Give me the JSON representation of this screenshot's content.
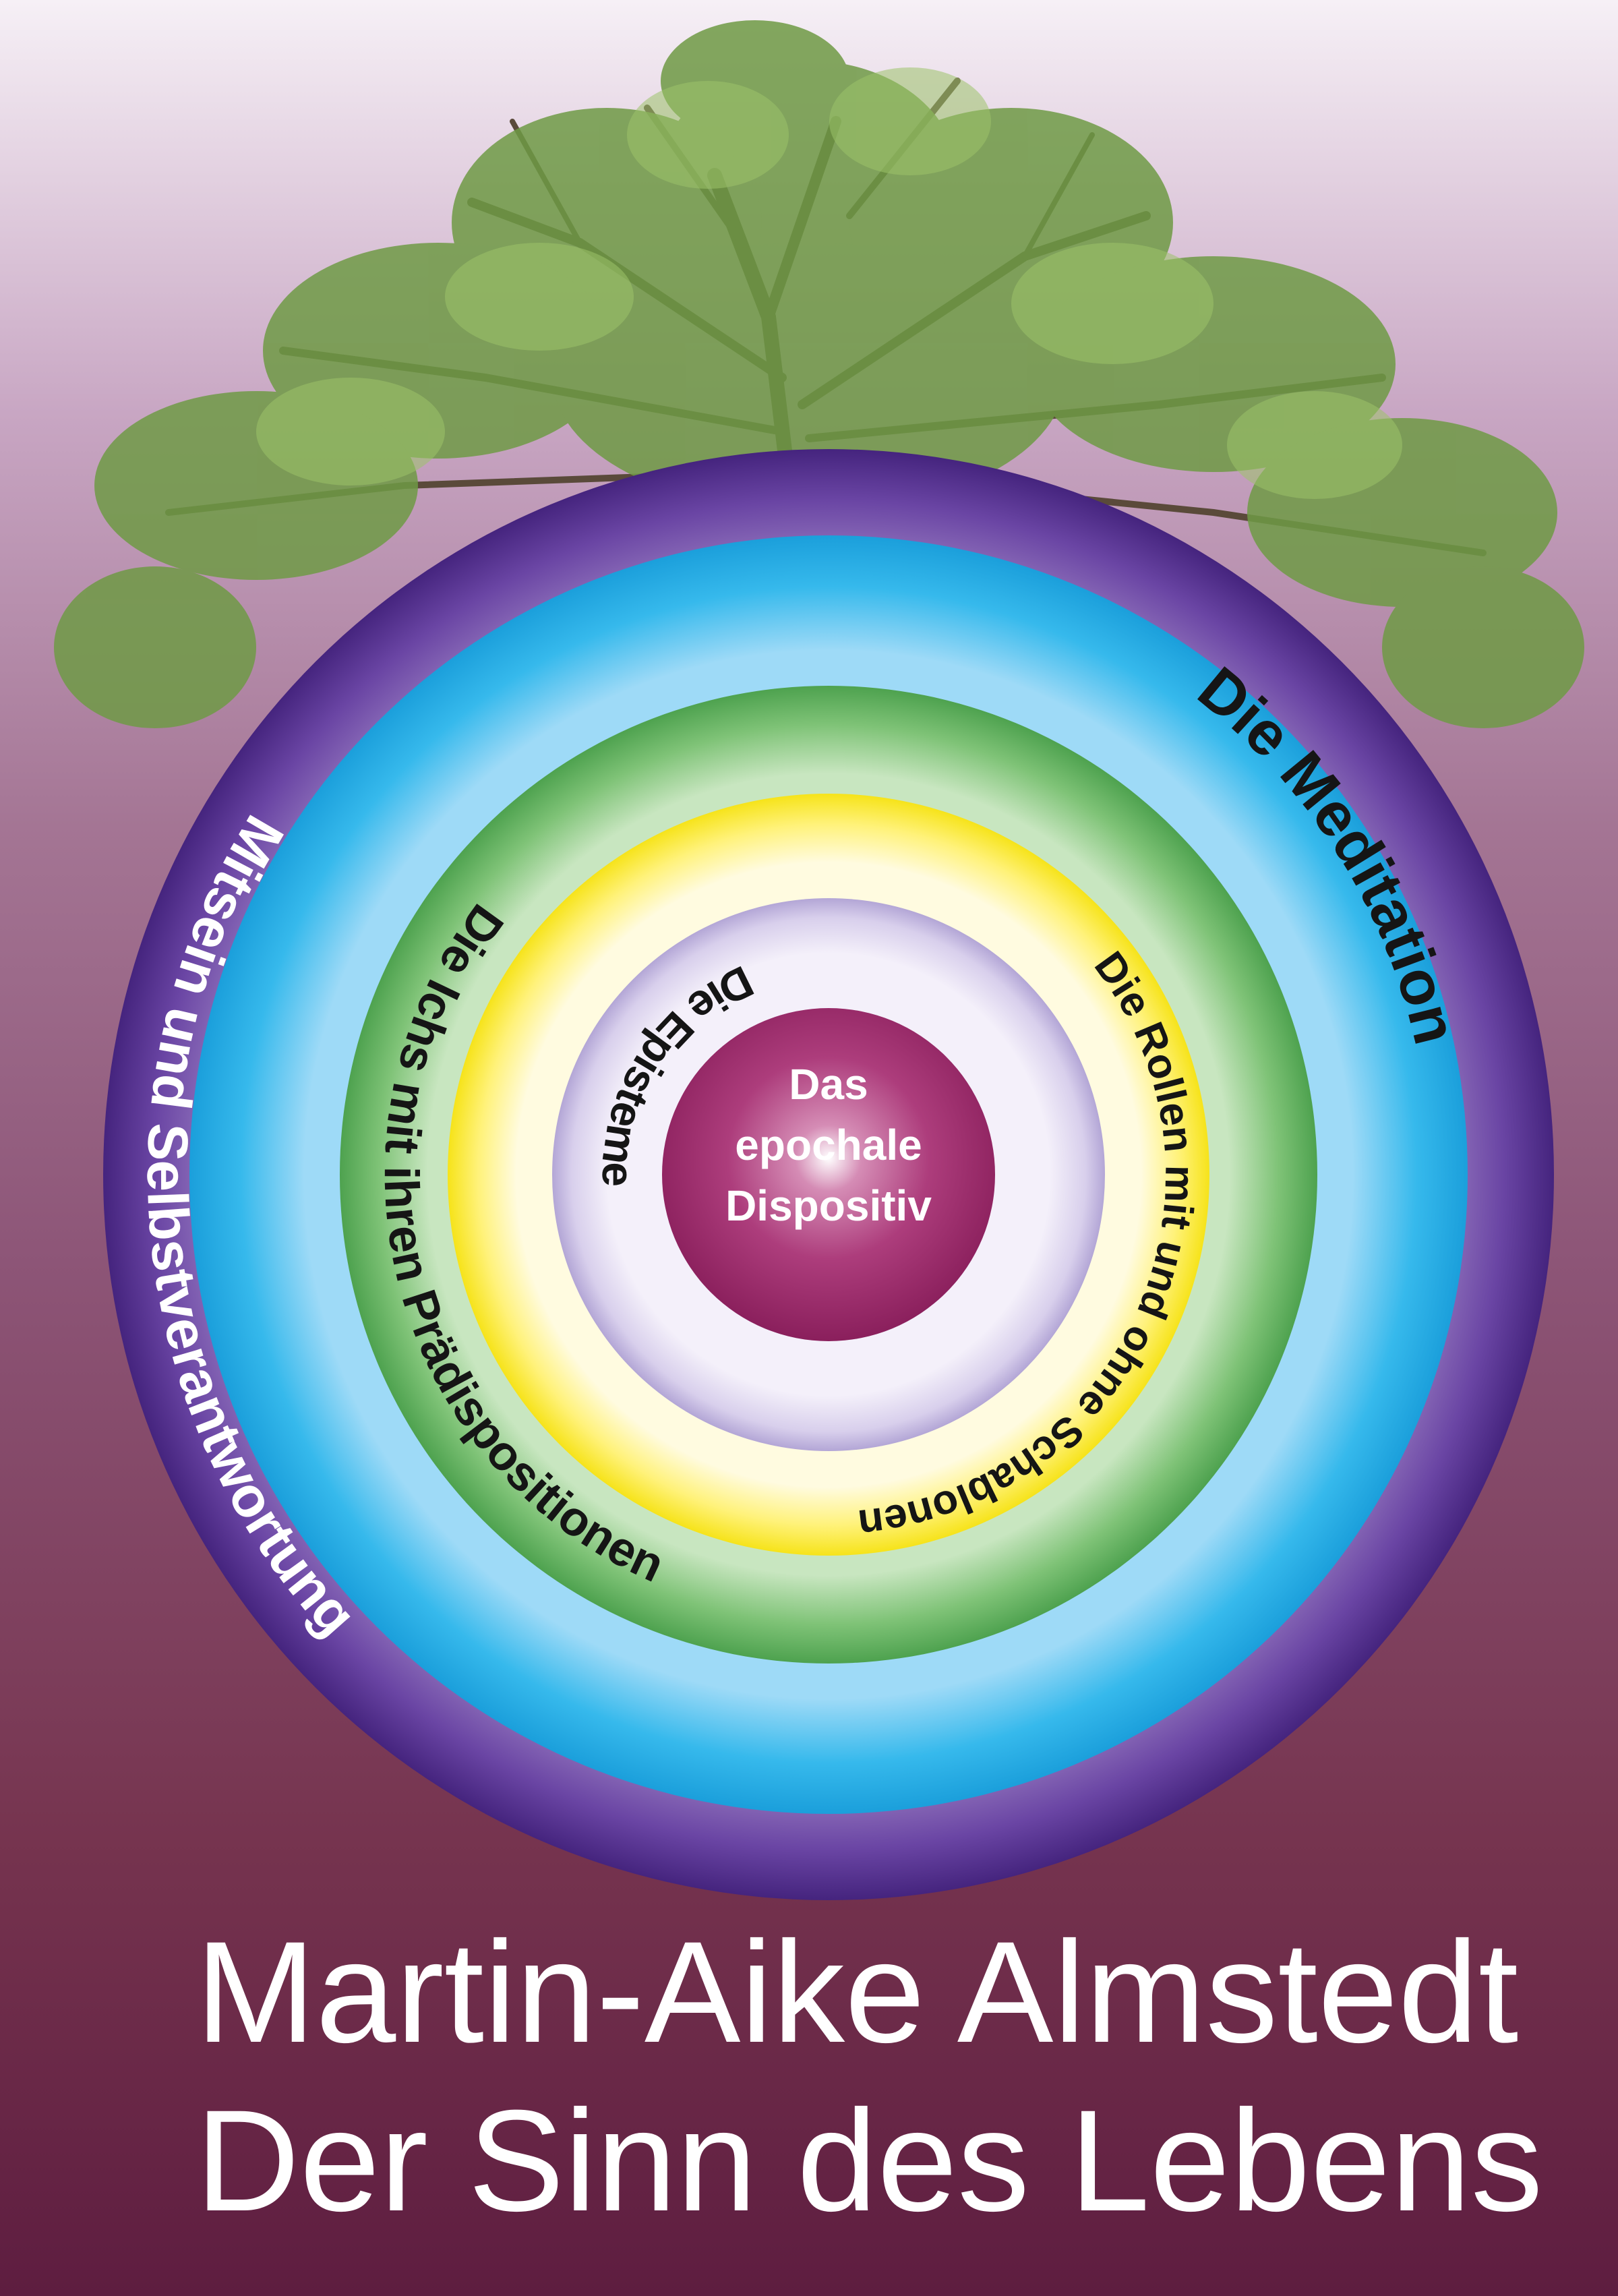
{
  "diagram": {
    "rings": [
      {
        "label": "Mitsein und Selbstverantwortung",
        "color": "#5b3796"
      },
      {
        "label": "Die Meditation",
        "color": "#1fb2ea"
      },
      {
        "label": "Die Ichs mit ihren Prädispositionen",
        "color": "#5dae5f"
      },
      {
        "label": "Die Rollen mit und ohne Schablonen",
        "color": "#fbe923"
      },
      {
        "label": "Die Episteme",
        "color": "#cfc6e6"
      }
    ],
    "center": {
      "lines": [
        "Das",
        "epochale",
        "Dispositiv"
      ],
      "color": "#a12d6e"
    }
  },
  "cover": {
    "author": "Martin-Aike Almstedt",
    "title": "Der Sinn des Lebens"
  },
  "icons": [
    "tree-icon"
  ]
}
